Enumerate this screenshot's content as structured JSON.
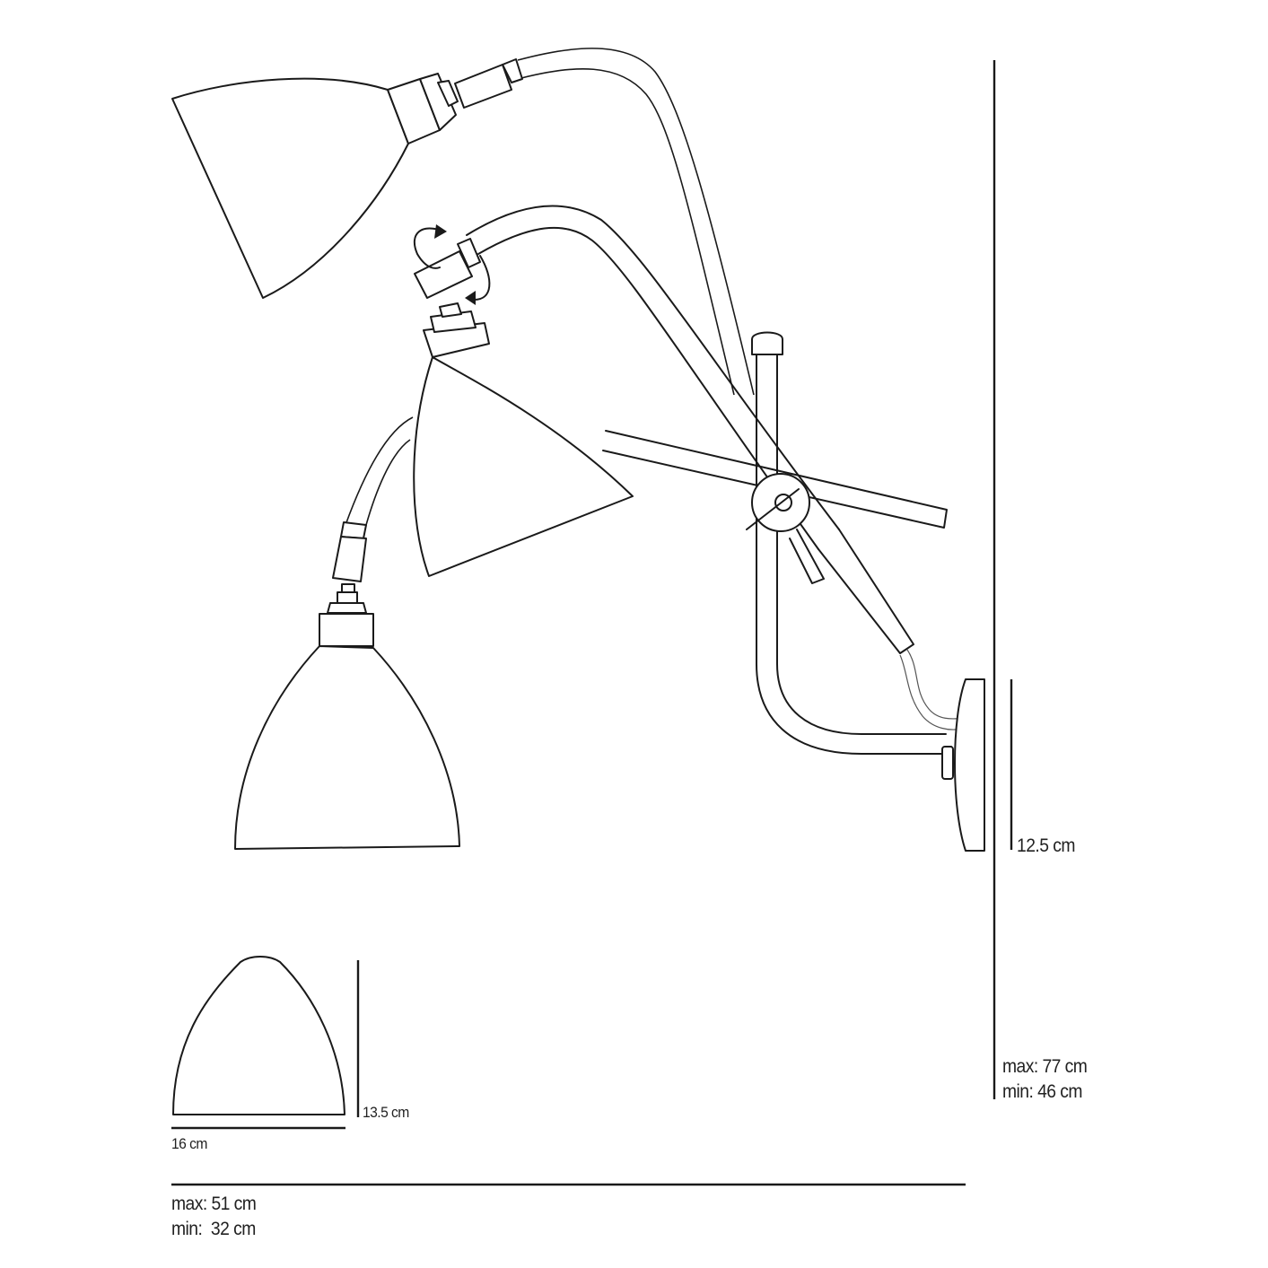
{
  "diagram": {
    "type": "product dimension drawing",
    "subject": "adjustable wall lamp with swivel arm",
    "line_color": "#1a1a1a",
    "background": "#ffffff"
  },
  "dimensions": {
    "wall_plate_height": "12.5 cm",
    "shade_height": "13.5 cm",
    "shade_width": "16 cm",
    "total_height": {
      "max": "max: 77 cm",
      "min": "min: 46 cm"
    },
    "projection": {
      "max": "max: 51 cm",
      "min": "min:  32 cm"
    }
  },
  "views": [
    {
      "name": "lamp-position-raised",
      "description": "shade raised up-left"
    },
    {
      "name": "lamp-position-middle",
      "description": "shade tilted with rotation arrows"
    },
    {
      "name": "lamp-position-lowered",
      "description": "shade pointing down"
    },
    {
      "name": "shade-detail",
      "description": "isolated shade with width and height"
    }
  ]
}
